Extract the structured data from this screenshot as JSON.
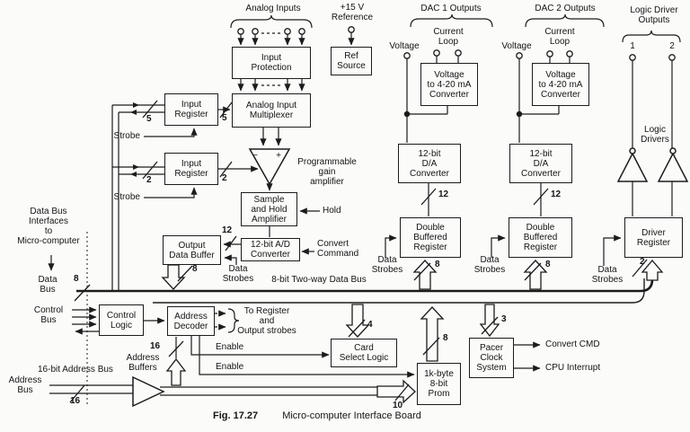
{
  "figure": {
    "caption_fig": "Fig. 17.27",
    "caption_title": "Micro-computer Interface Board"
  },
  "headers": {
    "analog_inputs": "Analog Inputs",
    "reference": [
      "+15 V",
      "Reference"
    ],
    "dac1_outputs": "DAC 1 Outputs",
    "dac2_outputs": "DAC 2 Outputs",
    "logic_driver_outputs": [
      "Logic Driver",
      "Outputs"
    ],
    "voltage": "Voltage",
    "current_loop": [
      "Current",
      "Loop"
    ],
    "output_1": "1",
    "output_2": "2"
  },
  "boxes": {
    "input_protection": [
      "Input",
      "Protection"
    ],
    "analog_input_multiplexer": [
      "Analog Input",
      "Multiplexer"
    ],
    "ref_source": [
      "Ref",
      "Source"
    ],
    "v_to_i_converter": [
      "Voltage",
      "to 4-20 mA",
      "Converter"
    ],
    "input_register": [
      "Input",
      "Register"
    ],
    "sample_hold": [
      "Sample",
      "and Hold",
      "Amplifier"
    ],
    "adc": [
      "12-bit A/D",
      "Converter"
    ],
    "output_data_buffer": [
      "Output",
      "Data Buffer"
    ],
    "dac": [
      "12-bit",
      "D/A",
      "Converter"
    ],
    "double_buffered_register": [
      "Double",
      "Buffered",
      "Register"
    ],
    "driver_register": [
      "Driver",
      "Register"
    ],
    "control_logic": [
      "Control",
      "Logic"
    ],
    "address_decoder": [
      "Address",
      "Decoder"
    ],
    "card_select": [
      "Card",
      "Select Logic"
    ],
    "prom": [
      "1k-byte",
      "8-bit",
      "Prom"
    ],
    "pacer": [
      "Pacer",
      "Clock",
      "System"
    ]
  },
  "labels": {
    "pga": [
      "Programmable",
      "gain",
      "amplifier"
    ],
    "pga_minus": "−",
    "pga_plus": "+",
    "hold": "Hold",
    "convert_command": [
      "Convert",
      "Command"
    ],
    "data_strobes": [
      "Data",
      "Strobes"
    ],
    "strobe": "Strobe",
    "logic_drivers": [
      "Logic",
      "Drivers"
    ],
    "two_way_bus": "8-bit Two-way Data Bus",
    "data_bus_interfaces": [
      "Data Bus",
      "Interfaces",
      "to",
      "Micro-computer"
    ],
    "data_bus": [
      "Data",
      "Bus"
    ],
    "control_bus": [
      "Control",
      "Bus"
    ],
    "address_bus": [
      "Address",
      "Bus"
    ],
    "addr16": "16-bit Address Bus",
    "address_buffers": [
      "Address",
      "Buffers"
    ],
    "to_register": [
      "To Register",
      "and",
      "Output strobes"
    ],
    "enable": "Enable",
    "convert_cmd": "Convert CMD",
    "cpu_interrupt": "CPU Interrupt"
  },
  "bus_widths": {
    "n2": "2",
    "n3": "3",
    "n4": "4",
    "n5": "5",
    "n8": "8",
    "n10": "10",
    "n12": "12",
    "n16": "16"
  }
}
